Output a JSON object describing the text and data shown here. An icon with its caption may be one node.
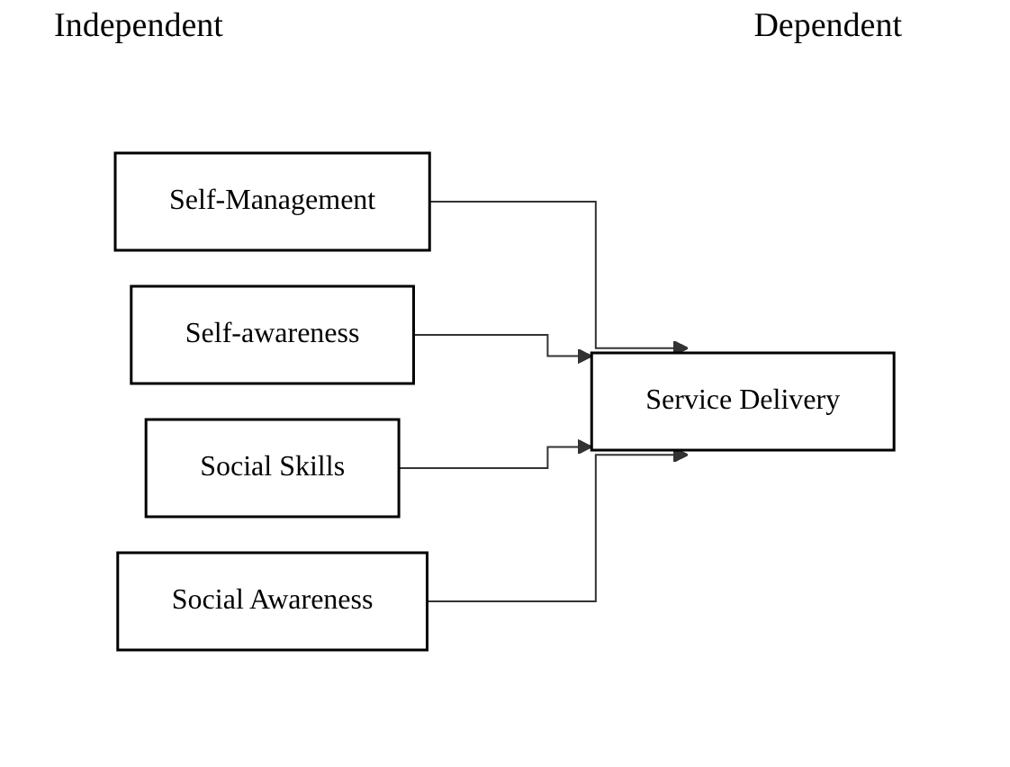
{
  "diagram": {
    "nodes": [
      {
        "text": [
          "Self-Management"
        ]
      },
      {
        "text": [
          "Self-awareness"
        ]
      },
      {
        "text": [
          "Social Skills"
        ]
      },
      {
        "text": [
          "Social Awareness"
        ]
      },
      {
        "text": [
          "Service Delivery"
        ]
      }
    ],
    "edges": [
      {
        "from": 0,
        "to": 4,
        "arrow": "to"
      },
      {
        "from": 1,
        "to": 4,
        "arrow": "to"
      },
      {
        "from": 2,
        "to": 4,
        "arrow": "to"
      },
      {
        "from": 3,
        "to": 4,
        "arrow": "to"
      }
    ],
    "labels": [
      "Independent",
      "Dependent"
    ]
  }
}
